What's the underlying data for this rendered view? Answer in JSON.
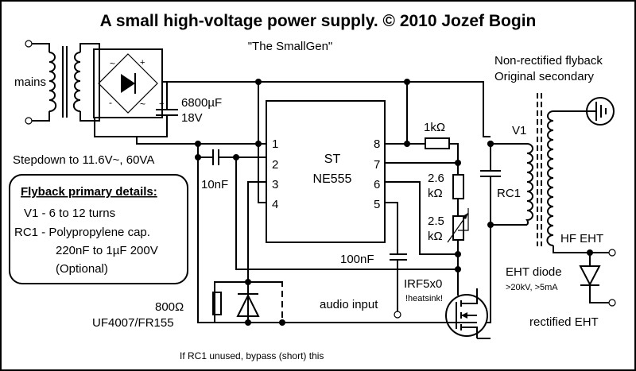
{
  "title": "A small high-voltage power supply. © 2010 Jozef Bogin",
  "subtitle": "\"The SmallGen\"",
  "labels": {
    "mains": "mains",
    "cap_value": "6800µF",
    "cap_voltage": "18V",
    "transformer_note": "Stepdown to 11.6V~, 60VA",
    "flyback_note_line1": "Non-rectified flyback",
    "flyback_note_line2": "Original secondary",
    "v1": "V1",
    "rc1": "RC1",
    "hf_eht": "HF EHT",
    "eht_diode": "EHT diode",
    "eht_diode_spec": ">20kV, >5mA",
    "rectified_eht": "rectified EHT",
    "ic_brand": "ST",
    "ic_model": "NE555",
    "r1": "1kΩ",
    "r2_value": "2.6",
    "r2_unit": "kΩ",
    "r3_value": "2.5",
    "r3_unit": "kΩ",
    "c_10nf": "10nF",
    "c_100nf": "100nF",
    "mosfet": "IRF5x0",
    "heatsink": "!heatsink!",
    "audio_input": "audio input",
    "resistor_800": "800Ω",
    "diode_part": "UF4007/FR155",
    "bottom_note": "If RC1 unused, bypass (short) this"
  },
  "ic_pins": {
    "p1": "1",
    "p2": "2",
    "p3": "3",
    "p4": "4",
    "p5": "5",
    "p6": "6",
    "p7": "7",
    "p8": "8"
  },
  "details_box": {
    "heading": "Flyback primary details:",
    "line1": "V1 - 6 to 12 turns",
    "line2": "RC1 - Polypropylene cap.",
    "line3": "220nF to 1µF 200V",
    "line4": "(Optional)"
  },
  "colors": {
    "ink": "#000000",
    "background": "#ffffff"
  }
}
